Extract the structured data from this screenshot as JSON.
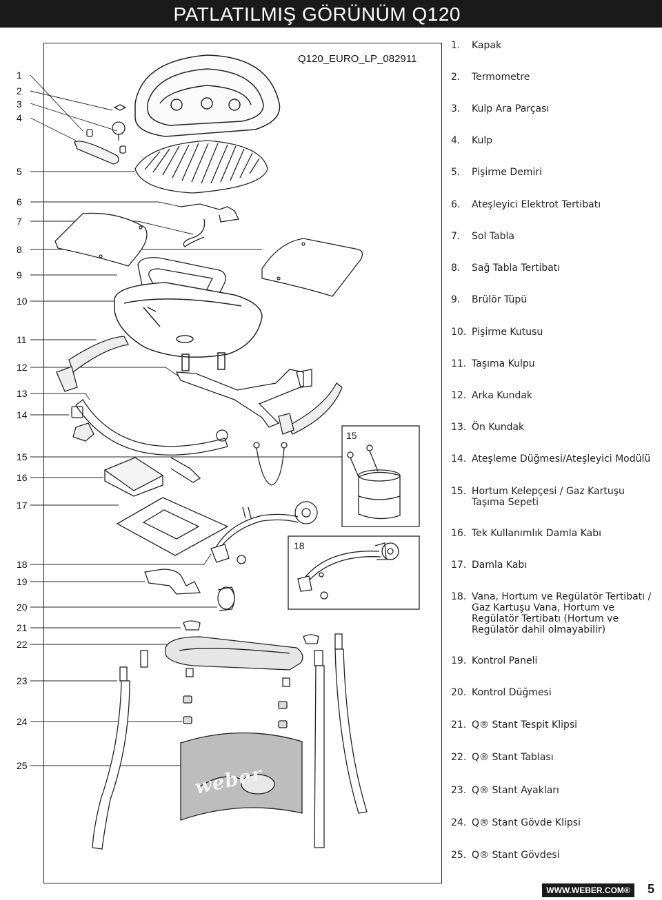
{
  "header": {
    "title": "PATLATILMIŞ GÖRÜNÜM Q120"
  },
  "diagram": {
    "model_code": "Q120_EURO_LP_082911",
    "callouts": [
      "1",
      "2",
      "3",
      "4",
      "5",
      "6",
      "7",
      "8",
      "9",
      "10",
      "11",
      "12",
      "13",
      "14",
      "15",
      "16",
      "17",
      "18",
      "19",
      "20",
      "21",
      "22",
      "23",
      "24",
      "25"
    ],
    "box_labels": [
      "15",
      "18"
    ],
    "logo_text": "weber"
  },
  "parts": [
    {
      "num": "1.",
      "text": "Kapak"
    },
    {
      "num": "2.",
      "text": "Termometre"
    },
    {
      "num": "3.",
      "text": "Kulp Ara Parçası"
    },
    {
      "num": "4.",
      "text": "Kulp"
    },
    {
      "num": "5.",
      "text": "Pişirme Demiri"
    },
    {
      "num": "6.",
      "text": "Ateşleyici Elektrot Tertibatı"
    },
    {
      "num": "7.",
      "text": "Sol Tabla"
    },
    {
      "num": "8.",
      "text": "Sağ Tabla Tertibatı"
    },
    {
      "num": "9.",
      "text": "Brülör Tüpü"
    },
    {
      "num": "10.",
      "text": "Pişirme Kutusu"
    },
    {
      "num": "11.",
      "text": "Taşıma Kulpu"
    },
    {
      "num": "12.",
      "text": "Arka Kundak"
    },
    {
      "num": "13.",
      "text": "Ön Kundak"
    },
    {
      "num": "14.",
      "text": "Ateşleme Düğmesi/Ateşleyici Modülü"
    },
    {
      "num": "15.",
      "text": "Hortum Kelepçesi / Gaz Kartuşu Taşıma Sepeti"
    },
    {
      "num": "16.",
      "text": "Tek Kullanımlık Damla Kabı"
    },
    {
      "num": "17.",
      "text": "Damla Kabı"
    },
    {
      "num": "18.",
      "text": "Vana, Hortum ve Regülatör Tertibatı / Gaz Kartuşu Vana, Hortum ve Regülatör Tertibatı (Hortum ve Regülatör dahil olmayabilir)"
    },
    {
      "num": "19.",
      "text": "Kontrol Paneli"
    },
    {
      "num": "20.",
      "text": "Kontrol Düğmesi"
    },
    {
      "num": "21.",
      "text": "Q® Stant Tespit Klipsi"
    },
    {
      "num": "22.",
      "text": "Q® Stant Tablası"
    },
    {
      "num": "23.",
      "text": "Q® Stant Ayakları"
    },
    {
      "num": "24.",
      "text": "Q® Stant Gövde Klipsi"
    },
    {
      "num": "25.",
      "text": "Q® Stant Gövdesi"
    }
  ],
  "footer": {
    "url": "WWW.WEBER.COM®",
    "page": "5"
  }
}
